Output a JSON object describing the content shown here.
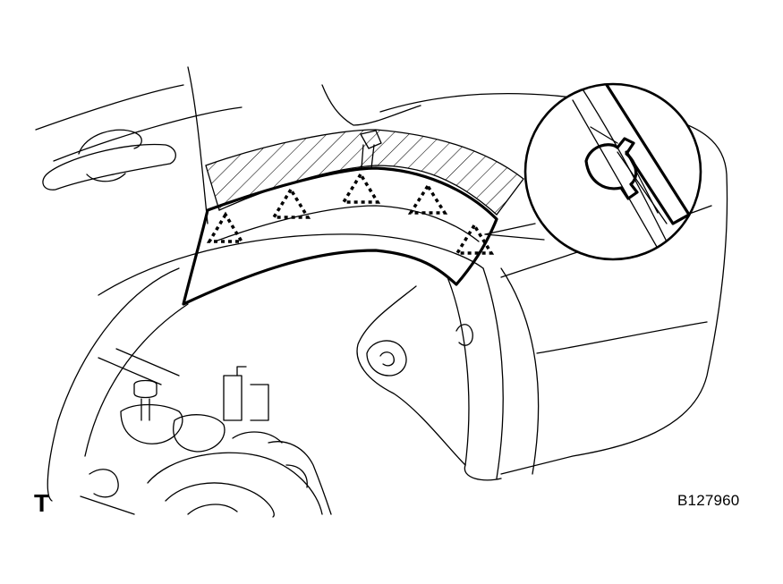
{
  "figure_code": "B127960",
  "view_marker": "T",
  "colors": {
    "line": "#000000",
    "background": "#ffffff"
  },
  "clips": {
    "count": 5,
    "symbol": "dotted-triangle"
  }
}
